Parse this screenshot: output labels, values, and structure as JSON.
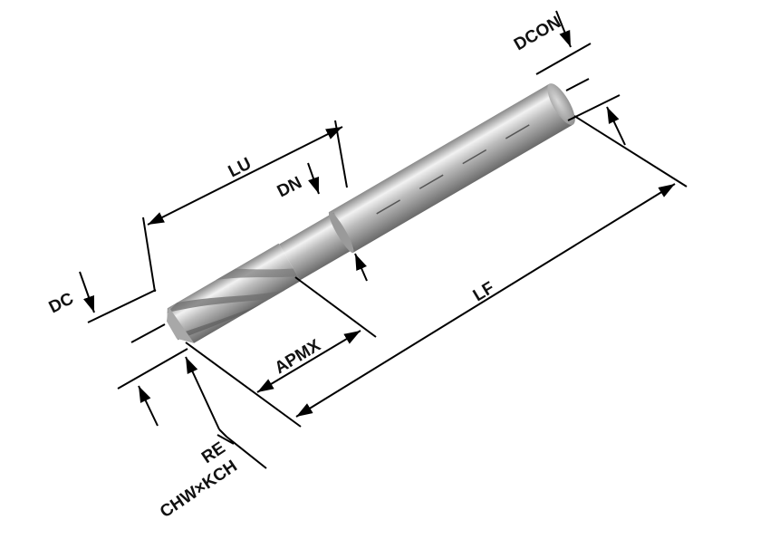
{
  "labels": {
    "dcon": "DCON",
    "lu": "LU",
    "dn": "DN",
    "dc": "DC",
    "apmx": "APMX",
    "lf": "LF",
    "re": "RE",
    "chw_kch": "CHW×KCH"
  }
}
